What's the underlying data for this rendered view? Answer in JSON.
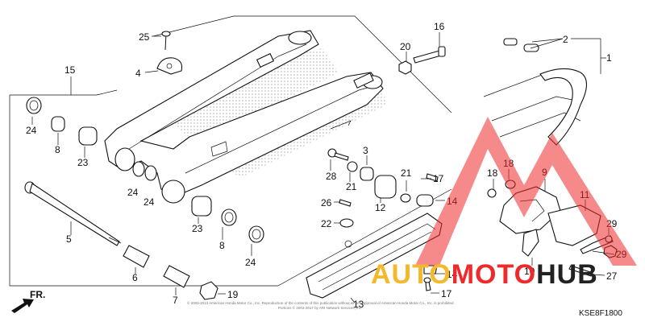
{
  "diagram": {
    "code": "KSE8F1800",
    "front_label": "FR.",
    "copyright": "© 2003-2013 American Honda Motor Co., Inc. Reproduction of the contents of this publication without written approval of American Honda Motor Co., Inc. is prohibited",
    "copyright_line2": "Portions © 2003-2017 by ARI Network Services, Inc."
  },
  "part_labels": [
    "1",
    "2",
    "3",
    "4",
    "5",
    "6",
    "7",
    "8",
    "8",
    "9",
    "10",
    "11",
    "12",
    "13",
    "14",
    "14",
    "15",
    "16",
    "17",
    "17",
    "18",
    "18",
    "19",
    "20",
    "21",
    "21",
    "22",
    "23",
    "23",
    "24",
    "24",
    "24",
    "24",
    "25",
    "26",
    "27",
    "28",
    "29",
    "29"
  ],
  "watermark": {
    "brand_part1": "AUTO",
    "brand_part2": "MOTO",
    "brand_part3": "HUB",
    "color_logo": "#ee2a2a",
    "color_auto": "#f4b82a",
    "color_moto": "#ee2a2a",
    "color_hub": "#222222"
  }
}
